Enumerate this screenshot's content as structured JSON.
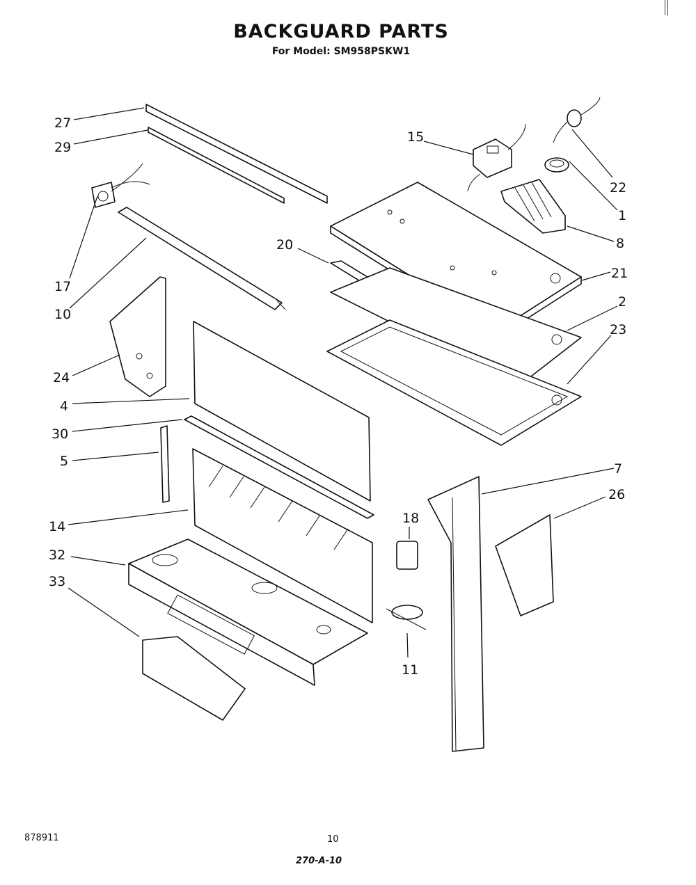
{
  "header": {
    "title": "BACKGUARD PARTS",
    "subtitle": "For Model: SM958PSKW1"
  },
  "callouts": {
    "p27": "27",
    "p29": "29",
    "p15": "15",
    "p22": "22",
    "p1": "1",
    "p8": "8",
    "p20": "20",
    "p17": "17",
    "p10": "10",
    "p21": "21",
    "p2": "2",
    "p23": "23",
    "p24": "24",
    "p4": "4",
    "p30": "30",
    "p5": "5",
    "p7": "7",
    "p26": "26",
    "p14": "14",
    "p18": "18",
    "p32": "32",
    "p33": "33",
    "p11": "11"
  },
  "footer": {
    "doc_number": "878911",
    "page_number": "10",
    "handwritten_ref": "270-A-10"
  }
}
